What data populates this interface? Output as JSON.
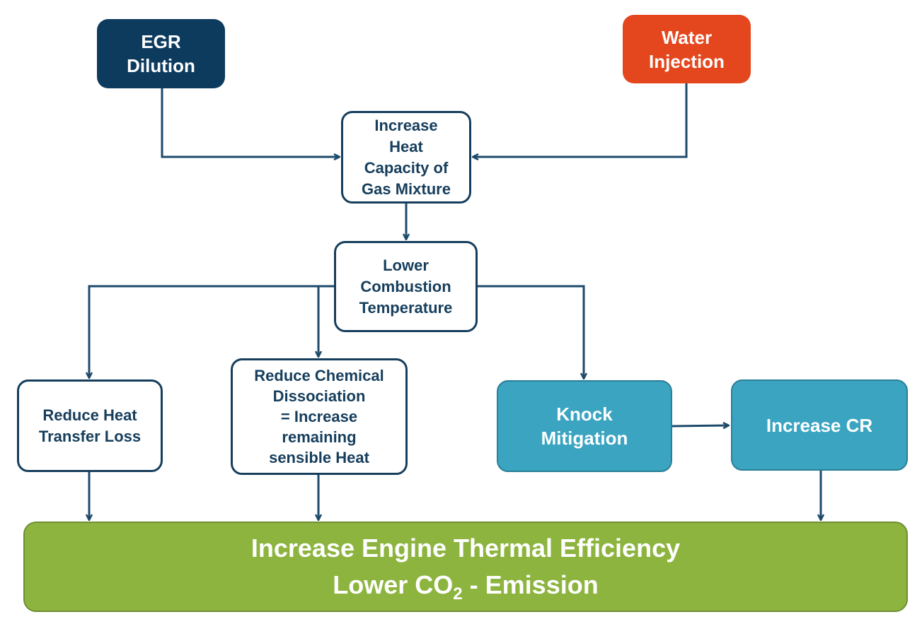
{
  "colors": {
    "navy": "#0d3b5e",
    "orange": "#e4471d",
    "outline": "#163e5c",
    "teal": "#3aa4c1",
    "green": "#8db43f",
    "green_border": "#6f8f33",
    "arrow": "#1d4a6b"
  },
  "nodes": {
    "egr": {
      "line1": "EGR",
      "line2": "Dilution"
    },
    "water": {
      "line1": "Water",
      "line2": "Injection"
    },
    "heat_capacity": {
      "line1": "Increase",
      "line2": "Heat",
      "line3": "Capacity of",
      "line4": "Gas Mixture"
    },
    "lower_temp": {
      "line1": "Lower",
      "line2": "Combustion",
      "line3": "Temperature"
    },
    "heat_transfer": {
      "line1": "Reduce Heat",
      "line2": "Transfer Loss"
    },
    "dissociation": {
      "line1": "Reduce Chemical",
      "line2": "Dissociation",
      "line3": "= Increase",
      "line4": "remaining",
      "line5": "sensible Heat"
    },
    "knock": {
      "line1": "Knock",
      "line2": "Mitigation"
    },
    "cr": {
      "line1": "Increase CR"
    },
    "final": {
      "line1": "Increase Engine Thermal Efficiency",
      "line2_prefix": "Lower CO",
      "line2_sub": "2",
      "line2_suffix": " - Emission"
    }
  }
}
